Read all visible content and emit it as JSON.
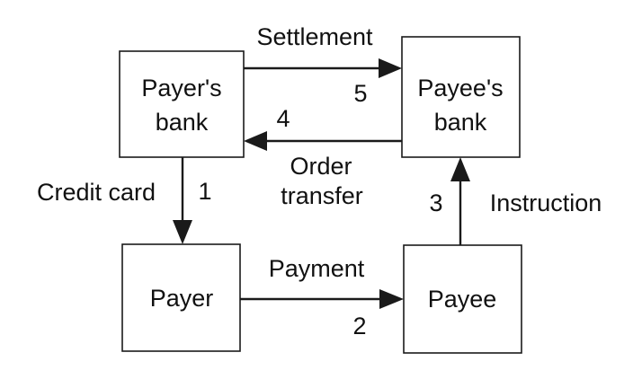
{
  "nodes": {
    "payers_bank": {
      "line1": "Payer's",
      "line2": "bank"
    },
    "payees_bank": {
      "line1": "Payee's",
      "line2": "bank"
    },
    "payer": {
      "label": "Payer"
    },
    "payee": {
      "label": "Payee"
    }
  },
  "edges": {
    "settlement": {
      "label": "Settlement",
      "number": "5"
    },
    "order_transfer": {
      "line1": "Order",
      "line2": "transfer",
      "number": "4"
    },
    "credit_card": {
      "label": "Credit card",
      "number": "1"
    },
    "payment": {
      "label": "Payment",
      "number": "2"
    },
    "instruction": {
      "label": "Instruction",
      "number": "3"
    }
  }
}
